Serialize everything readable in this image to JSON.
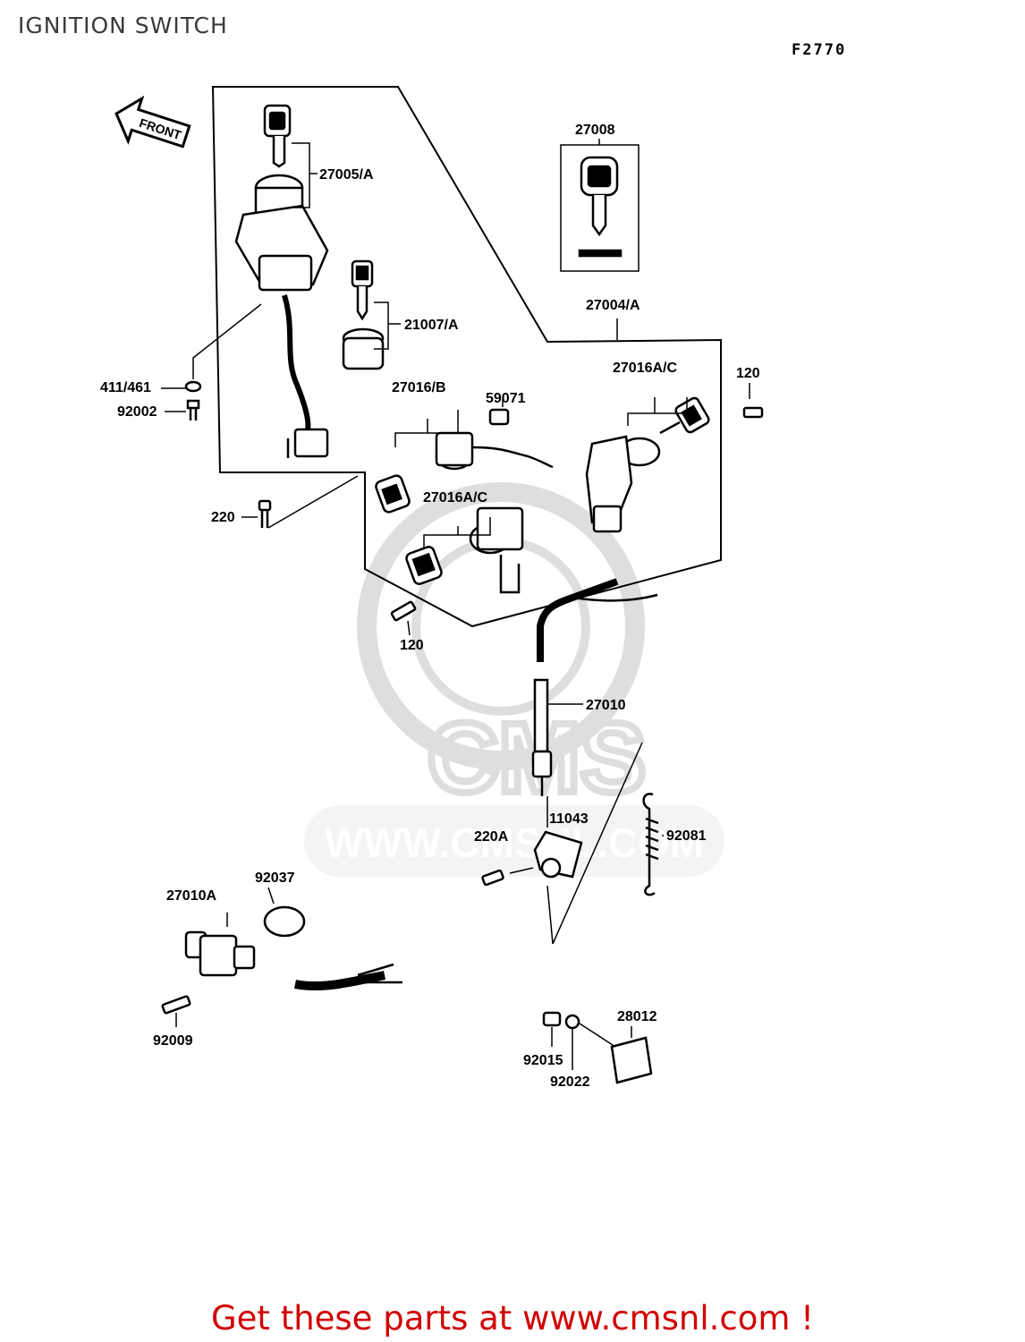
{
  "page": {
    "title": "IGNITION SWITCH",
    "code": "F2770",
    "front_label": "FRONT",
    "footer_prefix": "Get these parts at ",
    "footer_link": "www.cmsnl.com",
    "footer_suffix": " !",
    "watermark_text": "CMS",
    "watermark_url": "WWW.CMSNL.COM",
    "accent_color": "#d10000"
  },
  "labels": {
    "p27005A": "27005/A",
    "p27008": "27008",
    "p21007A": "21007/A",
    "p27004A": "27004/A",
    "p411461": "411/461",
    "p92002": "92002",
    "p27016B": "27016/B",
    "p59071": "59071",
    "p27016AC_top": "27016A/C",
    "p120_top": "120",
    "p220": "220",
    "p27016AC_mid": "27016A/C",
    "p120_bot": "120",
    "p27010": "27010",
    "p11043": "11043",
    "p220A": "220A",
    "p92081": "92081",
    "p92037": "92037",
    "p27010A": "27010A",
    "p92009": "92009",
    "p28012": "28012",
    "p92015": "92015",
    "p92022": "92022"
  }
}
